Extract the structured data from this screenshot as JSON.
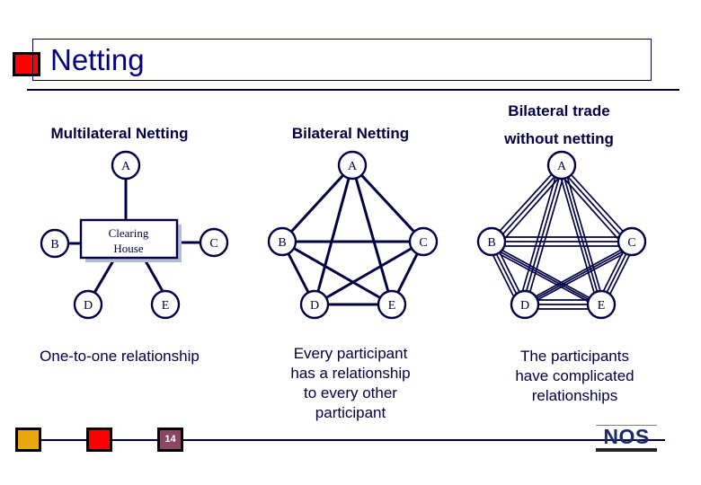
{
  "slide": {
    "title": "Netting",
    "page_number": "14",
    "logo_text": "NOS",
    "accent_colors": {
      "title_navy": "#000080",
      "diagram_navy": "#000044",
      "bullet_red": "#ff0000",
      "footer_gold": "#e8a80e",
      "footer_red": "#ff0000",
      "footer_purple": "#8b4566",
      "shadow_gray": "#b3bcd4",
      "logo_navy": "#1b2a6b"
    }
  },
  "columns": [
    {
      "id": "multilateral",
      "heading": "Multilateral Netting",
      "heading_lines": [
        "Multilateral Netting"
      ],
      "caption_lines": [
        "One-to-one relationship"
      ],
      "hub_label_lines": [
        "Clearing",
        "House"
      ],
      "nodes": [
        "A",
        "B",
        "C",
        "D",
        "E"
      ],
      "edge_count": 5,
      "topology": "star-hub"
    },
    {
      "id": "bilateral",
      "heading": "Bilateral Netting",
      "heading_lines": [
        "Bilateral Netting"
      ],
      "caption_lines": [
        "Every participant",
        "has a relationship",
        "to every other",
        "participant"
      ],
      "nodes": [
        "A",
        "B",
        "C",
        "D",
        "E"
      ],
      "edge_count": 10,
      "topology": "complete-graph"
    },
    {
      "id": "trade",
      "heading": "Bilateral trade without netting",
      "heading_lines": [
        "Bilateral trade",
        "without netting"
      ],
      "caption_lines": [
        "The participants",
        "have complicated",
        "relationships"
      ],
      "nodes": [
        "A",
        "B",
        "C",
        "D",
        "E"
      ],
      "edge_count": 10,
      "lines_per_edge": 3,
      "topology": "complete-graph-multi"
    }
  ]
}
